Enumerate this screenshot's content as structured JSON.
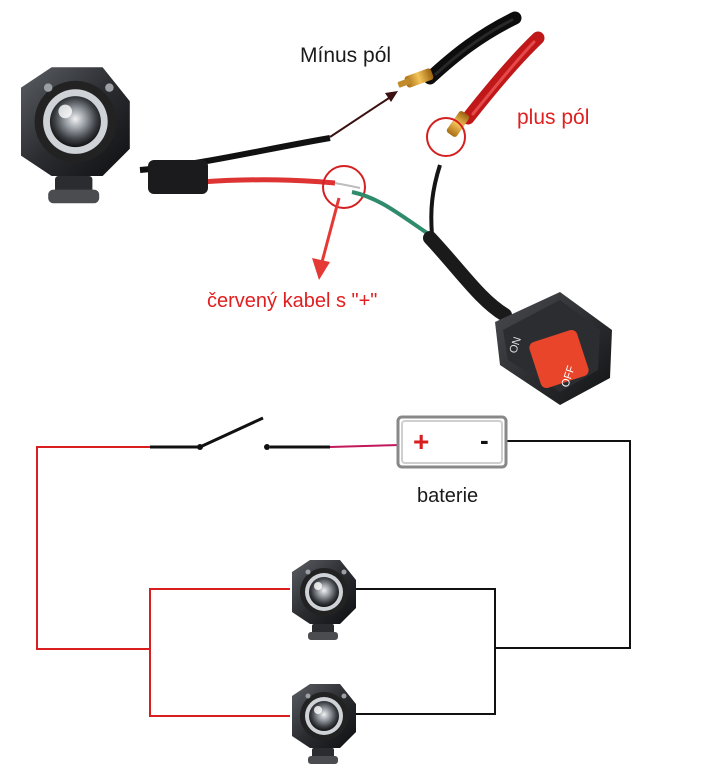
{
  "labels": {
    "minus_pole": "Mínus pól",
    "plus_pole": "plus pól",
    "red_cable": "červený kabel s \"+\"",
    "battery": "baterie",
    "battery_plus": "+",
    "battery_minus": "-",
    "switch_on": "ON",
    "switch_off": "OFF"
  },
  "colors": {
    "red_wire": "#d81e1e",
    "black_wire": "#111111",
    "label_red": "#e02020",
    "arrow_red": "#e53935",
    "switch_button": "#e8452a",
    "green_wire": "#2e8b6b"
  }
}
